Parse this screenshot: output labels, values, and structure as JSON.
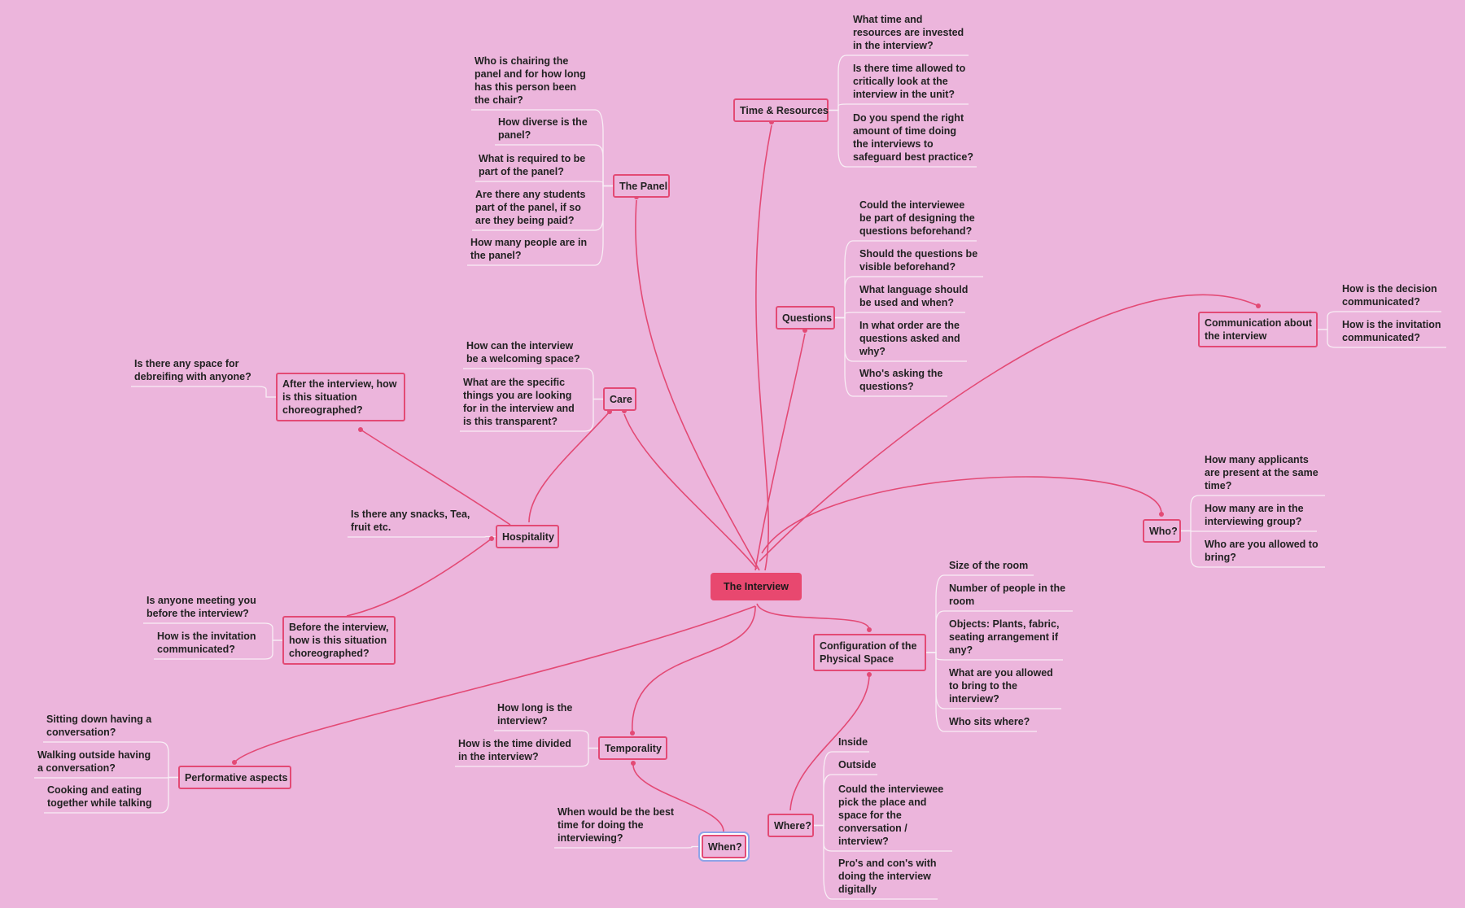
{
  "central": "The Interview",
  "branches": [
    {
      "id": "panel",
      "label": "The Panel",
      "leaves": [
        "Who is chairing the\npanel and for how long\nhas this person been\nthe chair?",
        "How diverse is the\npanel?",
        "What is required to be\npart of the panel?",
        "Are there any students\npart of the panel, if so\nare they being paid?",
        "How many people are in\nthe panel?"
      ]
    },
    {
      "id": "time",
      "label": "Time & Resources",
      "leaves": [
        "What time and\nresources are invested\nin the interview?",
        "Is there time allowed to\ncritically look at the\ninterview in the unit?",
        "Do you spend the right\namount of time doing\nthe interviews to\nsafeguard best practice?"
      ]
    },
    {
      "id": "questions",
      "label": "Questions",
      "leaves": [
        "Could the interviewee\nbe part of designing the\nquestions beforehand?",
        "Should the questions be\nvisible beforehand?",
        "What language should\nbe used and when?",
        "In what order are the\nquestions asked and\nwhy?",
        "Who's asking the\nquestions?"
      ]
    },
    {
      "id": "comm",
      "label": "Communication about\nthe interview",
      "leaves": [
        "How is the decision\ncommunicated?",
        "How is the invitation\ncommunicated?"
      ]
    },
    {
      "id": "care",
      "label": "Care",
      "leaves": [
        "How can the interview\nbe a welcoming space?",
        "What are the specific\nthings you are looking\nfor in the interview and\nis this transparent?"
      ]
    },
    {
      "id": "after",
      "label": "After the interview, how\nis this situation\nchoreographed?",
      "leaves": [
        "Is there any space for\ndebreifing with anyone?"
      ]
    },
    {
      "id": "hosp",
      "label": "Hospitality",
      "leaves": [
        "Is there any snacks, Tea,\nfruit etc."
      ]
    },
    {
      "id": "before",
      "label": "Before the interview,\nhow is this situation\nchoreographed?",
      "leaves": [
        "Is anyone meeting you\nbefore the interview?",
        "How is the invitation\ncommunicated?"
      ]
    },
    {
      "id": "who",
      "label": "Who?",
      "leaves": [
        "How many applicants\nare present at the same\ntime?",
        "How many are in the\ninterviewing group?",
        "Who are you allowed to\nbring?"
      ]
    },
    {
      "id": "config",
      "label": "Configuration of the\nPhysical Space",
      "leaves": [
        "Size of the room",
        "Number of people in the\nroom",
        "Objects: Plants, fabric,\nseating arrangement if\nany?",
        "What are you allowed\nto bring to the\ninterview?",
        "Who sits where?"
      ]
    },
    {
      "id": "perf",
      "label": "Performative aspects",
      "leaves": [
        "Sitting down having a\nconversation?",
        "Walking outside having\na conversation?",
        "Cooking and eating\ntogether while talking"
      ]
    },
    {
      "id": "temp",
      "label": "Temporality",
      "leaves": [
        "How long is the\ninterview?",
        "How is the time divided\nin the interview?"
      ]
    },
    {
      "id": "when",
      "label": "When?",
      "leaves": [
        "When would be the best\ntime for doing the\ninterviewing?"
      ]
    },
    {
      "id": "where",
      "label": "Where?",
      "leaves": [
        "Inside",
        "Outside",
        "Could the interviewee\npick the place and\nspace for the\nconversation /\ninterview?",
        "Pro's and con's with\ndoing the interview\ndigitally"
      ]
    }
  ],
  "colors": {
    "background": "#ecb5dc",
    "accent": "#e34a75",
    "center_fill": "#e8486f",
    "leaf_line": "#f8eef5",
    "selection": "#8ea4e8"
  }
}
